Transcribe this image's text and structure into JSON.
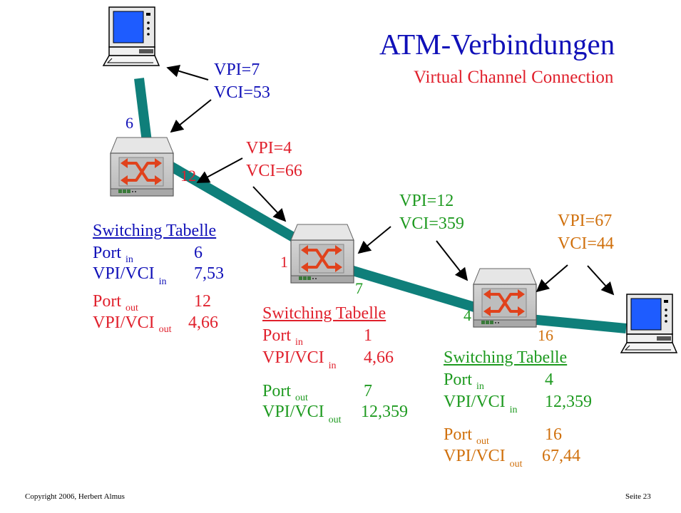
{
  "slide": {
    "title": "ATM-Verbindungen",
    "subtitle": "Virtual Channel Connection",
    "footer_left": "Copyright 2006,  Herbert Almus",
    "footer_right": "Seite 23"
  },
  "colors": {
    "blue": "#1010b8",
    "red": "#e0202c",
    "green": "#1e9a20",
    "orange": "#d0700c",
    "link": "#0f7f7a"
  },
  "labels": {
    "a": {
      "vpi": "VPI=7",
      "vci": "VCI=53"
    },
    "b": {
      "vpi": "VPI=4",
      "vci": "VCI=66"
    },
    "c": {
      "vpi": "VPI=12",
      "vci": "VCI=359"
    },
    "d": {
      "vpi": "VPI=67",
      "vci": "VCI=44"
    }
  },
  "ports": {
    "p6": "6",
    "p12": "12",
    "p1": "1",
    "p7": "7",
    "p4": "4",
    "p16": "16"
  },
  "tables": {
    "header": "Switching Tabelle",
    "port": "Port",
    "vpivci": "VPI/VCI",
    "sub_in": "in",
    "sub_out": "out",
    "t1": {
      "port_in": "6",
      "vc_in": "7,53",
      "port_out": "12",
      "vc_out": "4,66"
    },
    "t2": {
      "port_in": "1",
      "vc_in": "4,66",
      "port_out": "7",
      "vc_out": "12,359"
    },
    "t3": {
      "port_in": "4",
      "vc_in": "12,359",
      "port_out": "16",
      "vc_out": "67,44"
    }
  }
}
